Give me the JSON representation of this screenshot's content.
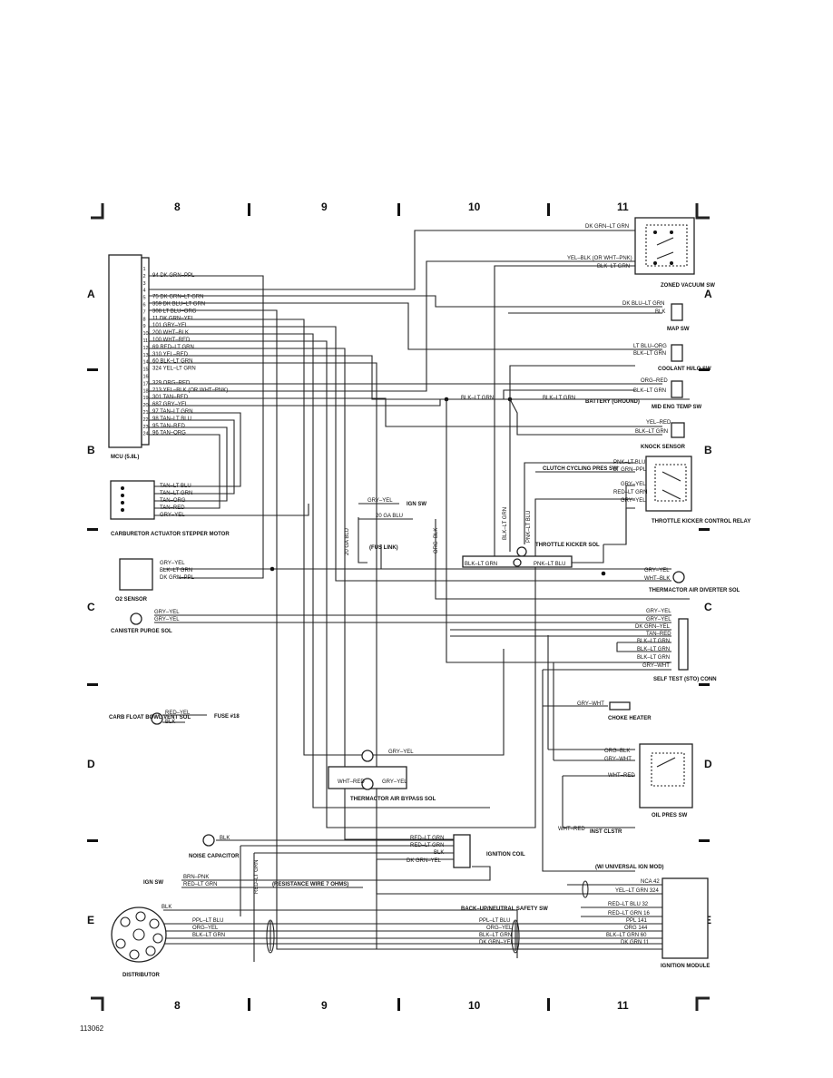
{
  "grid": {
    "columns": [
      "8",
      "9",
      "10",
      "11"
    ],
    "rows": [
      "A",
      "B",
      "C",
      "D",
      "E"
    ]
  },
  "footer_id": "113062",
  "mcu": {
    "label": "MCU (5.8L)",
    "pins": [
      {
        "n": "1",
        "wire": ""
      },
      {
        "n": "2",
        "wire": "94 DK GRN–PPL"
      },
      {
        "n": "3",
        "wire": ""
      },
      {
        "n": "4",
        "wire": ""
      },
      {
        "n": "5",
        "wire": "75 DK GRN–LT GRN"
      },
      {
        "n": "6",
        "wire": "359 DK BLU–LT GRN"
      },
      {
        "n": "7",
        "wire": "308 LT BLU–ORG"
      },
      {
        "n": "8",
        "wire": "11 DK GRN–YEL"
      },
      {
        "n": "9",
        "wire": "101 GRY–YEL"
      },
      {
        "n": "10",
        "wire": "200 WHT–BLK"
      },
      {
        "n": "11",
        "wire": "100 WHT–RED"
      },
      {
        "n": "12",
        "wire": "69 RED–LT GRN"
      },
      {
        "n": "13",
        "wire": "310 YEL–RED"
      },
      {
        "n": "14",
        "wire": "60 BLK–LT GRN"
      },
      {
        "n": "15",
        "wire": "324 YEL–LT GRN"
      },
      {
        "n": "16",
        "wire": ""
      },
      {
        "n": "17",
        "wire": "329 ORG–RED"
      },
      {
        "n": "18",
        "wire": "213 YEL–BLK (OR WHT–PNK)"
      },
      {
        "n": "19",
        "wire": "301 TAN–RED"
      },
      {
        "n": "20",
        "wire": "687 GRY–YEL"
      },
      {
        "n": "21",
        "wire": "97 TAN–LT GRN"
      },
      {
        "n": "22",
        "wire": "98 TAN–LT BLU"
      },
      {
        "n": "23",
        "wire": "95 TAN–RED"
      },
      {
        "n": "24",
        "wire": "96 TAN–ORG"
      }
    ]
  },
  "components": {
    "zoned_vacuum_sw": "ZONED VACUUM SW",
    "map_sw": "MAP SW",
    "coolant_sw": "COOLANT HI/LO SW",
    "mid_eng_temp_sw": "MID ENG TEMP SW",
    "knock_sensor": "KNOCK SENSOR",
    "throttle_kicker_relay": "THROTTLE KICKER CONTROL RELAY",
    "throttle_kicker_sol": "THROTTLE KICKER SOL",
    "thermactor_air_diverter": "THERMACTOR AIR DIVERTER SOL",
    "self_test_conn": "SELF TEST (STO) CONN",
    "choke_heater": "CHOKE HEATER",
    "oil_pres_sw": "OIL PRES SW",
    "ignition_module": "IGNITION MODULE",
    "carb_actuator": "CARBURETOR ACTUATOR STEPPER MOTOR",
    "o2_sensor": "O2 SENSOR",
    "canister_purge": "CANISTER PURGE SOL",
    "carb_float": "CARB FLOAT BOWL VENT SOL",
    "fuse": "FUSE #18",
    "thermactor_bypass": "THERMACTOR AIR BYPASS SOL",
    "noise_cap": "NOISE CAPACITOR",
    "ignition_coil": "IGNITION COIL",
    "distributor": "DISTRIBUTOR",
    "ign_sw": "IGN SW",
    "ign_sw_left": "IGN SW",
    "fus_link": "(FUS LINK)",
    "battery": "BATTERY (GROUND)",
    "clutch": "CLUTCH CYCLING PRES SW",
    "resistance": "(RESISTANCE WIRE 7 OHMS)",
    "universal": "(W/ UNIVERSAL IGN MOD)",
    "backup_sw": "BACK–UP/NEUTRAL SAFETY SW",
    "inst_clstr": "INST CLSTR"
  },
  "wires": {
    "zvs1": "DK GRN–LT GRN",
    "zvs2": "YEL–BLK (OR WHT–PNK)",
    "zvs3": "BLK–LT GRN",
    "map1": "DK BLU–LT GRN",
    "map2": "BLK",
    "cool1": "LT BLU–ORG",
    "cool2": "BLK–LT GRN",
    "met1": "ORG–RED",
    "met2": "BLK–LT GRN",
    "bat": "BLK–LT GRN",
    "bus": "BLK–LT GRN",
    "knk1": "YEL–RED",
    "knk2": "BLK–LT GRN",
    "tk1": "PNK–LT BLU",
    "tk2": "LT GRN–PPL",
    "tk3": "GRY–YEL",
    "tk4": "RED–LT GRN",
    "tk5": "GRY–YEL",
    "tks1": "BLK–LT GRN",
    "tks2": "PNK–LT BLU",
    "tks3": "BLK–LT GRN",
    "tks4": "PNK–LT BLU",
    "tad1": "GRY–YEL",
    "tad2": "WHT–BLK",
    "st1": "GRY–YEL",
    "st2": "GRY–YEL",
    "st3": "DK GRN–YEL",
    "st4": "TAN–RED",
    "st5": "BLK–LT GRN",
    "st6": "BLK–LT GRN",
    "st7": "BLK–LT GRN",
    "st8": "GRY–WHT",
    "ch": "GRY–WHT",
    "op1": "ORG–BLK",
    "op2": "GRY–WHT",
    "op3": "WHT–RED",
    "op4": "WHT–RED",
    "ca1": "TAN–LT BLU",
    "ca2": "TAN–LT GRN",
    "ca3": "TAN–ORG",
    "ca4": "TAN–RED",
    "ca5": "GRY–YEL",
    "o21": "GRY–YEL",
    "o22": "BLK–LT GRN",
    "o23": "DK GRN–PPL",
    "cp1": "GRY–YEL",
    "cp2": "GRY–YEL",
    "ign1": "GRY–YEL",
    "ign2": "20 GA BLU",
    "ign3": "20 GA BLU",
    "ign4": "ORG–BLK",
    "cf1": "RED–YEL",
    "cf2": "BLK",
    "ab1": "GRY–YEL",
    "ab2": "WHT–RED",
    "ab3": "GRY–YEL",
    "nc": "BLK",
    "coil1": "RED–LT GRN",
    "coil2": "RED–LT GRN",
    "coil3": "BLK",
    "coil4": "DK GRN–YEL",
    "isw1": "BRN–PNK",
    "isw2": "RED–LT GRN",
    "vert1": "RED–LT GRN",
    "dist0": "BLK",
    "dist1": "PPL–LT BLU",
    "dist2": "ORG–YEL",
    "dist3": "BLK–LT GRN",
    "im1": "NCA 42",
    "im2": "YEL–LT GRN 324",
    "im3": "RED–LT BLU 32",
    "im4": "RED–LT GRN 16",
    "im5": "PPL 141",
    "im6": "ORG 144",
    "im7": "BLK–LT GRN 60",
    "im8": "DK GRN 11",
    "e1": "PPL–LT BLU",
    "e2": "ORG–YEL",
    "e3": "BLK–LT GRN",
    "e4": "DK GRN–YEL"
  }
}
